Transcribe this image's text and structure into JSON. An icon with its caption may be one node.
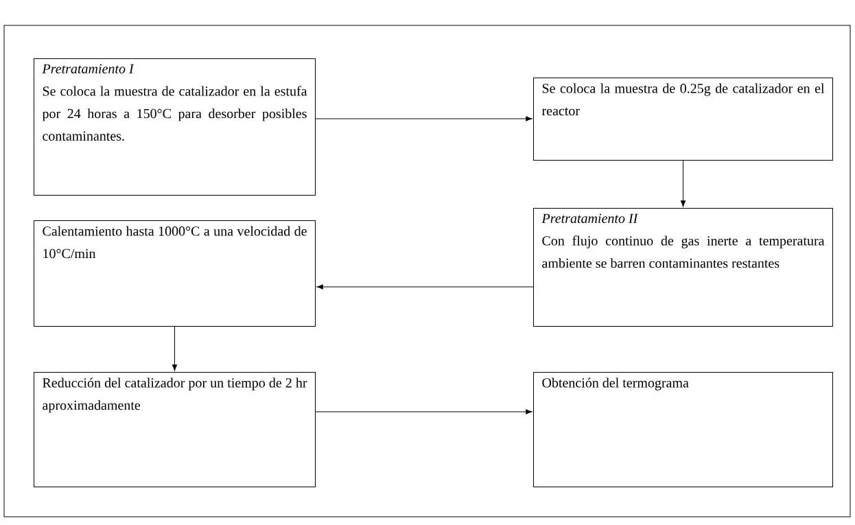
{
  "diagram": {
    "nodes": [
      {
        "text": [
          "Pretratamiento I",
          "Se coloca la muestra de catalizador en la estufa por 24 horas a 150°C para desorber posibles contaminantes."
        ]
      },
      {
        "text": [
          "Se coloca la muestra de 0.25g de catalizador en el reactor"
        ]
      },
      {
        "text": [
          "Pretratamiento II",
          "Con flujo continuo de gas inerte a temperatura ambiente se barren contaminantes restantes"
        ]
      },
      {
        "text": [
          "Calentamiento hasta 1000°C a una velocidad de 10°C/min"
        ]
      },
      {
        "text": [
          "Reducción del catalizador por un tiempo de 2 hr aproximadamente"
        ]
      },
      {
        "text": [
          "Obtención del termograma"
        ]
      }
    ],
    "edges": [
      {
        "from": 0,
        "to": 1,
        "arrow": "to"
      },
      {
        "from": 1,
        "to": 2,
        "arrow": "to"
      },
      {
        "from": 2,
        "to": 3,
        "arrow": "to"
      },
      {
        "from": 3,
        "to": 4,
        "arrow": "to"
      },
      {
        "from": 4,
        "to": 5,
        "arrow": "to"
      }
    ]
  }
}
